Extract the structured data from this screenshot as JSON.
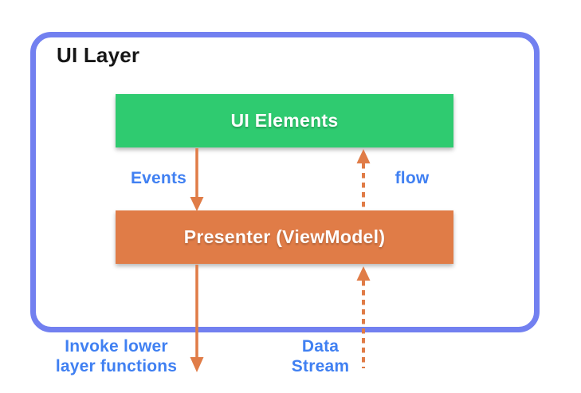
{
  "diagram": {
    "title": "UI Layer",
    "nodes": [
      {
        "id": "ui-elements",
        "label": "UI Elements",
        "color": "#2fcb70"
      },
      {
        "id": "presenter",
        "label": "Presenter (ViewModel)",
        "color": "#e07c47"
      }
    ],
    "arrows": [
      {
        "id": "events",
        "label": "Events",
        "style": "solid",
        "direction": "down",
        "from": "ui-elements",
        "to": "presenter"
      },
      {
        "id": "flow",
        "label": "flow",
        "style": "dashed",
        "direction": "up",
        "from": "presenter",
        "to": "ui-elements"
      },
      {
        "id": "invoke-lower",
        "label": "Invoke lower layer functions",
        "style": "solid",
        "direction": "down",
        "from": "presenter",
        "to": "outside"
      },
      {
        "id": "data-stream",
        "label": "Data Stream",
        "style": "dashed",
        "direction": "up",
        "from": "outside",
        "to": "presenter"
      }
    ],
    "colors": {
      "container_border": "#7280f0",
      "node_green": "#2fcb70",
      "node_orange": "#e07c47",
      "arrow_orange": "#e07c47",
      "label_blue": "#4080f2",
      "title_text": "#161616",
      "node_text": "#ffffff",
      "background": "#ffffff"
    }
  }
}
